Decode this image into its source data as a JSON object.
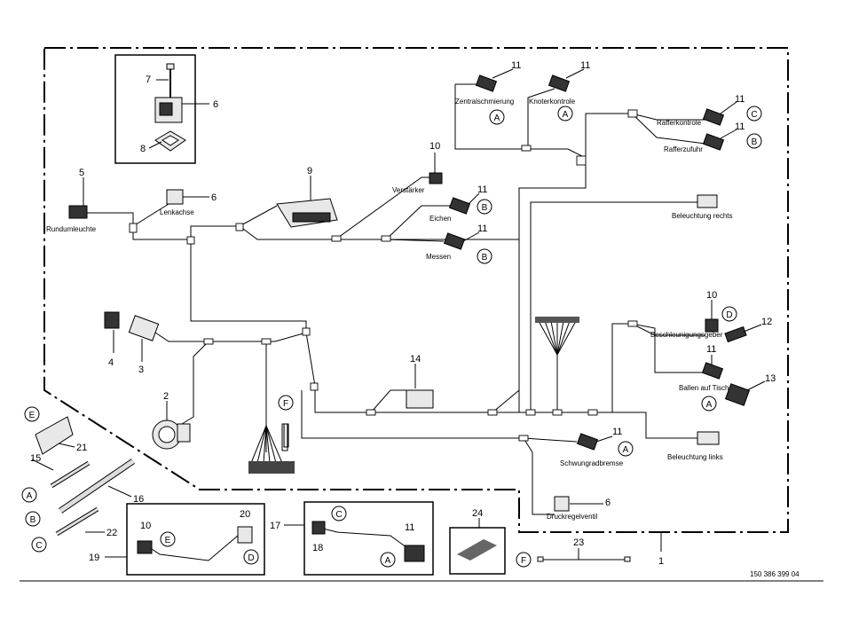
{
  "labels": {
    "zentralschmierung": "Zentralschmierung",
    "knoterkontrole": "Knoterkontrole",
    "rafferkontrole": "Rafferkontrole",
    "rafferzufuhr": "Rafferzufuhr",
    "verstaerker": "Verstärker",
    "eichen": "Eichen",
    "messen": "Messen",
    "beleuchtung_rechts": "Beleuchtung rechts",
    "rundumleuchte": "Rundumleuchte",
    "lenkachse": "Lenkachse",
    "beschleunigungsgeber": "Beschleunigungsgeber",
    "ballen_auf_tisch": "Ballen auf Tisch",
    "beleuchtung_links": "Beleuchtung links",
    "schwungradbremse": "Schwungradbremse",
    "druckregelventil": "Druckregelventil",
    "doc_ref": "150 386 399 04"
  },
  "numbers": {
    "n1": "1",
    "n2": "2",
    "n3": "3",
    "n4": "4",
    "n5": "5",
    "n6": "6",
    "n7": "7",
    "n8": "8",
    "n9": "9",
    "n10": "10",
    "n11": "11",
    "n12": "12",
    "n13": "13",
    "n14": "14",
    "n15": "15",
    "n16": "16",
    "n17": "17",
    "n18": "18",
    "n19": "19",
    "n20": "20",
    "n21": "21",
    "n22": "22",
    "n23": "23",
    "n24": "24"
  },
  "letters": {
    "A": "A",
    "B": "B",
    "C": "C",
    "D": "D",
    "E": "E",
    "F": "F"
  }
}
